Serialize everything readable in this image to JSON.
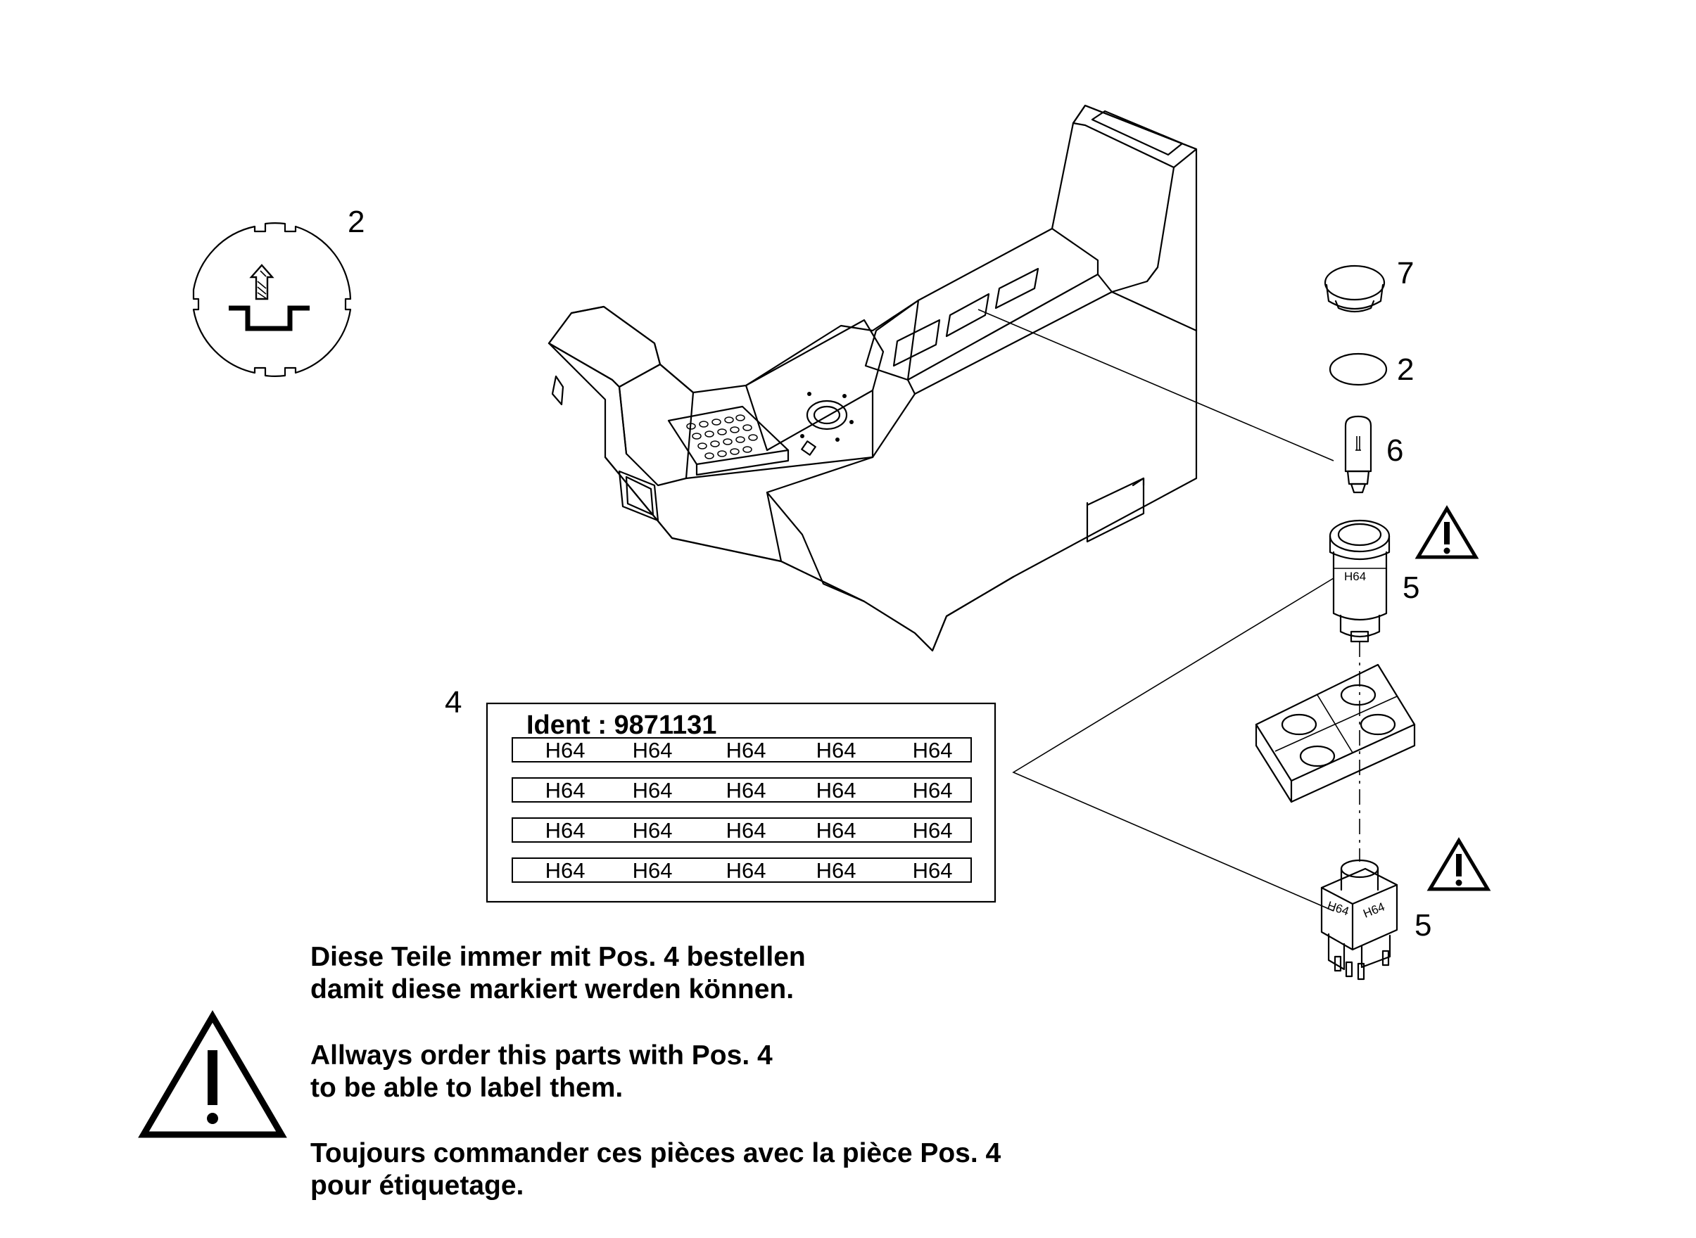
{
  "callouts": {
    "c_symbol": "2",
    "c_cap": "7",
    "c_ring": "2",
    "c_bulb": "6",
    "c_switch_round": "5",
    "c_label_sheet": "4",
    "c_switch_square": "5"
  },
  "part_labels": {
    "switch_round_tag": "H64",
    "switch_square_tag_left": "H64",
    "switch_square_tag_right": "H64"
  },
  "label_sheet": {
    "ident": "Ident : 9871131",
    "rows": [
      [
        "H64",
        "H64",
        "H64",
        "H64",
        "H64"
      ],
      [
        "H64",
        "H64",
        "H64",
        "H64",
        "H64"
      ],
      [
        "H64",
        "H64",
        "H64",
        "H64",
        "H64"
      ],
      [
        "H64",
        "H64",
        "H64",
        "H64",
        "H64"
      ]
    ]
  },
  "notes": {
    "de": [
      "Diese Teile immer mit Pos. 4 bestellen",
      "damit diese markiert werden können."
    ],
    "en": [
      "Allways order this parts with Pos. 4",
      "to be able to label them."
    ],
    "fr": [
      "Toujours commander ces pièces avec la pièce Pos. 4",
      "pour étiquetage."
    ]
  },
  "icons": [
    "hydraulic-lift-symbol-icon",
    "warning-triangle-icon"
  ]
}
